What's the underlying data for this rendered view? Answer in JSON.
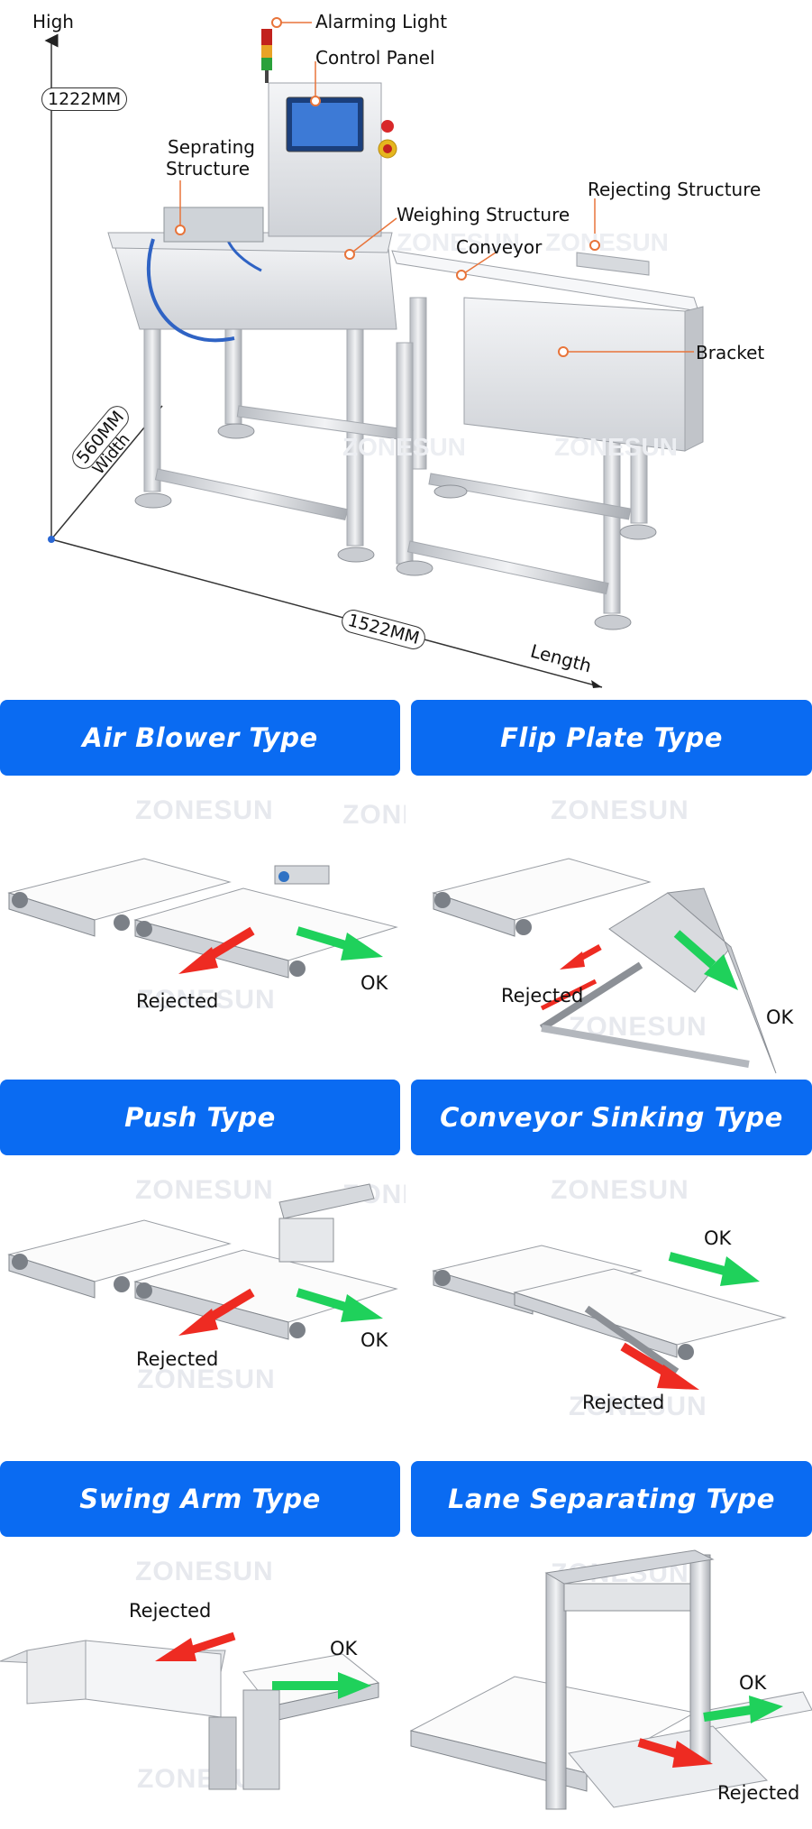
{
  "diagram": {
    "axis_high": "High",
    "axis_length": "Length",
    "dim_height": "1222MM",
    "dim_width": "560MM",
    "dim_width_label": "Width",
    "dim_length": "1522MM",
    "labels": {
      "alarming_light": "Alarming Light",
      "control_panel": "Control Panel",
      "separating_line1": "Seprating",
      "separating_line2": "Structure",
      "weighing": "Weighing Structure",
      "rejecting": "Rejecting Structure",
      "conveyor": "Conveyor",
      "bracket": "Bracket"
    },
    "watermark": "ZONESUN"
  },
  "types": [
    {
      "title": "Air Blower Type",
      "ok": "OK",
      "rejected": "Rejected"
    },
    {
      "title": "Flip Plate Type",
      "ok": "OK",
      "rejected": "Rejected"
    },
    {
      "title": "Push Type",
      "ok": "OK",
      "rejected": "Rejected"
    },
    {
      "title": "Conveyor Sinking Type",
      "ok": "OK",
      "rejected": "Rejected"
    },
    {
      "title": "Swing Arm Type",
      "ok": "OK",
      "rejected": "Rejected"
    },
    {
      "title": "Lane Separating Type",
      "ok": "OK",
      "rejected": "Rejected"
    }
  ],
  "colors": {
    "banner": "#0a6bf2",
    "ok_arrow": "#1fd15b",
    "rejected_arrow": "#ee2b22",
    "callout": "#e8743a"
  }
}
